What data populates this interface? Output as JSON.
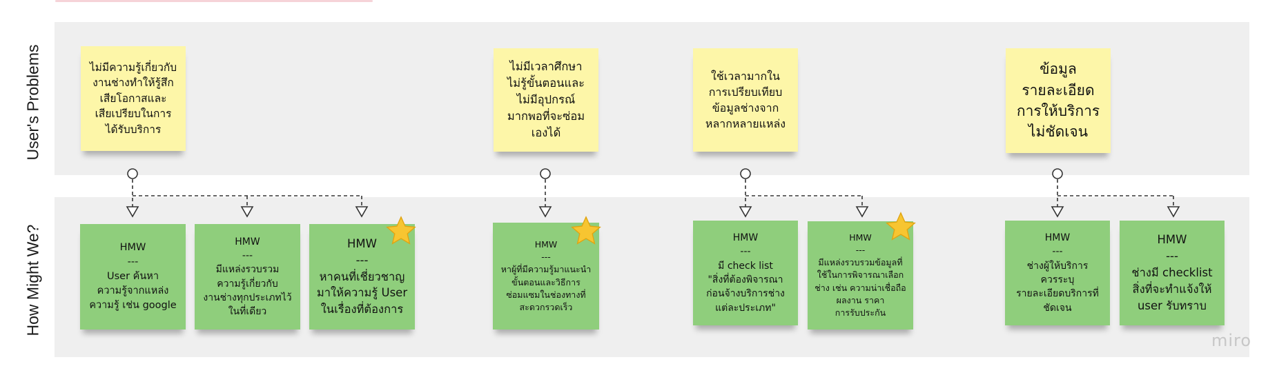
{
  "lanes": {
    "problems_label": "User's Problems",
    "hmw_label": "How Might We?"
  },
  "problems": [
    {
      "text": "ไม่มีความรู้เกี่ยวกับ\nงานช่างทำให้รู้สึก\nเสียโอกาสและ\nเสียเปรียบในการ\nได้รับบริการ"
    },
    {
      "text": "ไม่มีเวลาศึกษา\nไม่รู้ขั้นตอนและ\nไม่มีอุปกรณ์\nมากพอที่จะซ่อม\nเองได้"
    },
    {
      "text": "ใช้เวลามากใน\nการเปรียบเทียบ\nข้อมูลช่างจาก\nหลากหลายแหล่ง"
    },
    {
      "text": "ข้อมูล\nรายละเอียด\nการให้บริการ\nไม่ชัดเจน"
    }
  ],
  "hmw": [
    {
      "text": "HMW\n---\nUser ค้นหา\nความรู้จากแหล่ง\nความรู้ เช่น google",
      "starred": false
    },
    {
      "text": "HMW\n---\nมีแหล่งรวบรวม\nความรู้เกี่ยวกับ\nงานช่างทุกประเภทไว้\nในที่เดียว",
      "starred": false
    },
    {
      "text": "HMW\n---\nหาคนที่เชี่ยวชาญ\nมาให้ความรู้ User\nในเรื่องที่ต้องการ",
      "starred": true
    },
    {
      "text": "HMW\n---\nหาผู้ที่มีความรู้มาแนะนำ\nขั้นตอนและวิธีการ\nซ่อมแซมในช่องทางที่\nสะดวกรวดเร็ว",
      "starred": true
    },
    {
      "text": "HMW\n---\nมี check list\n\"สิ่งที่ต้องพิจารณา\nก่อนจ้างบริการช่าง\nแต่ละประเภท\"",
      "starred": false
    },
    {
      "text": "HMW\n---\nมีแหล่งรวบรวมข้อมูลที่\nใช้ในการพิจารณาเลือก\nช่าง เช่น ความน่าเชื่อถือ\nผลงาน ราคา\nการรับประกัน",
      "starred": true
    },
    {
      "text": "HMW\n---\nช่างผู้ให้บริการ\nควรระบุ\nรายละเอียดบริการที่\nชัดเจน",
      "starred": false
    },
    {
      "text": "HMW\n---\nช่างมี checklist\nสิ่งที่จะทำแจ้งให้\nuser รับทราบ",
      "starred": false
    }
  ],
  "colors": {
    "problem_note": "#fdf6a8",
    "hmw_note": "#8fce7c",
    "lane_bg": "#efefef",
    "star": "#f7c531"
  },
  "icons": [
    "star-icon",
    "circle-connector-icon",
    "arrowhead-icon"
  ],
  "brand": "miro"
}
